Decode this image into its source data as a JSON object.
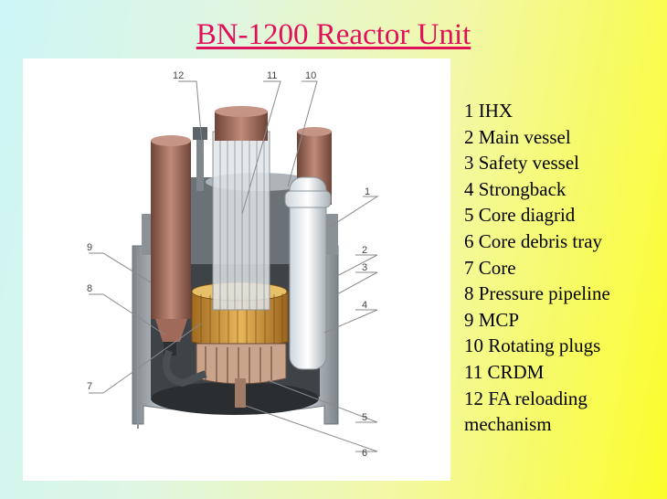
{
  "title": "BN-1200 Reactor Unit",
  "legend": [
    "1 IHX",
    "2 Main vessel",
    "3 Safety vessel",
    "4 Strongback",
    "5 Core diagrid",
    "6 Core debris tray",
    "7 Core",
    "8 Pressure pipeline",
    "9 MCP",
    "10 Rotating plugs",
    "11 CRDM",
    "12 FA reloading",
    "mechanism"
  ],
  "callouts": [
    "1",
    "2",
    "3",
    "4",
    "5",
    "6",
    "7",
    "8",
    "9",
    "10",
    "11",
    "12"
  ],
  "colors": {
    "title": "#e0105a",
    "copper": "#b07a6a",
    "core": "#d9a441",
    "steel": "#9aa2a8"
  }
}
